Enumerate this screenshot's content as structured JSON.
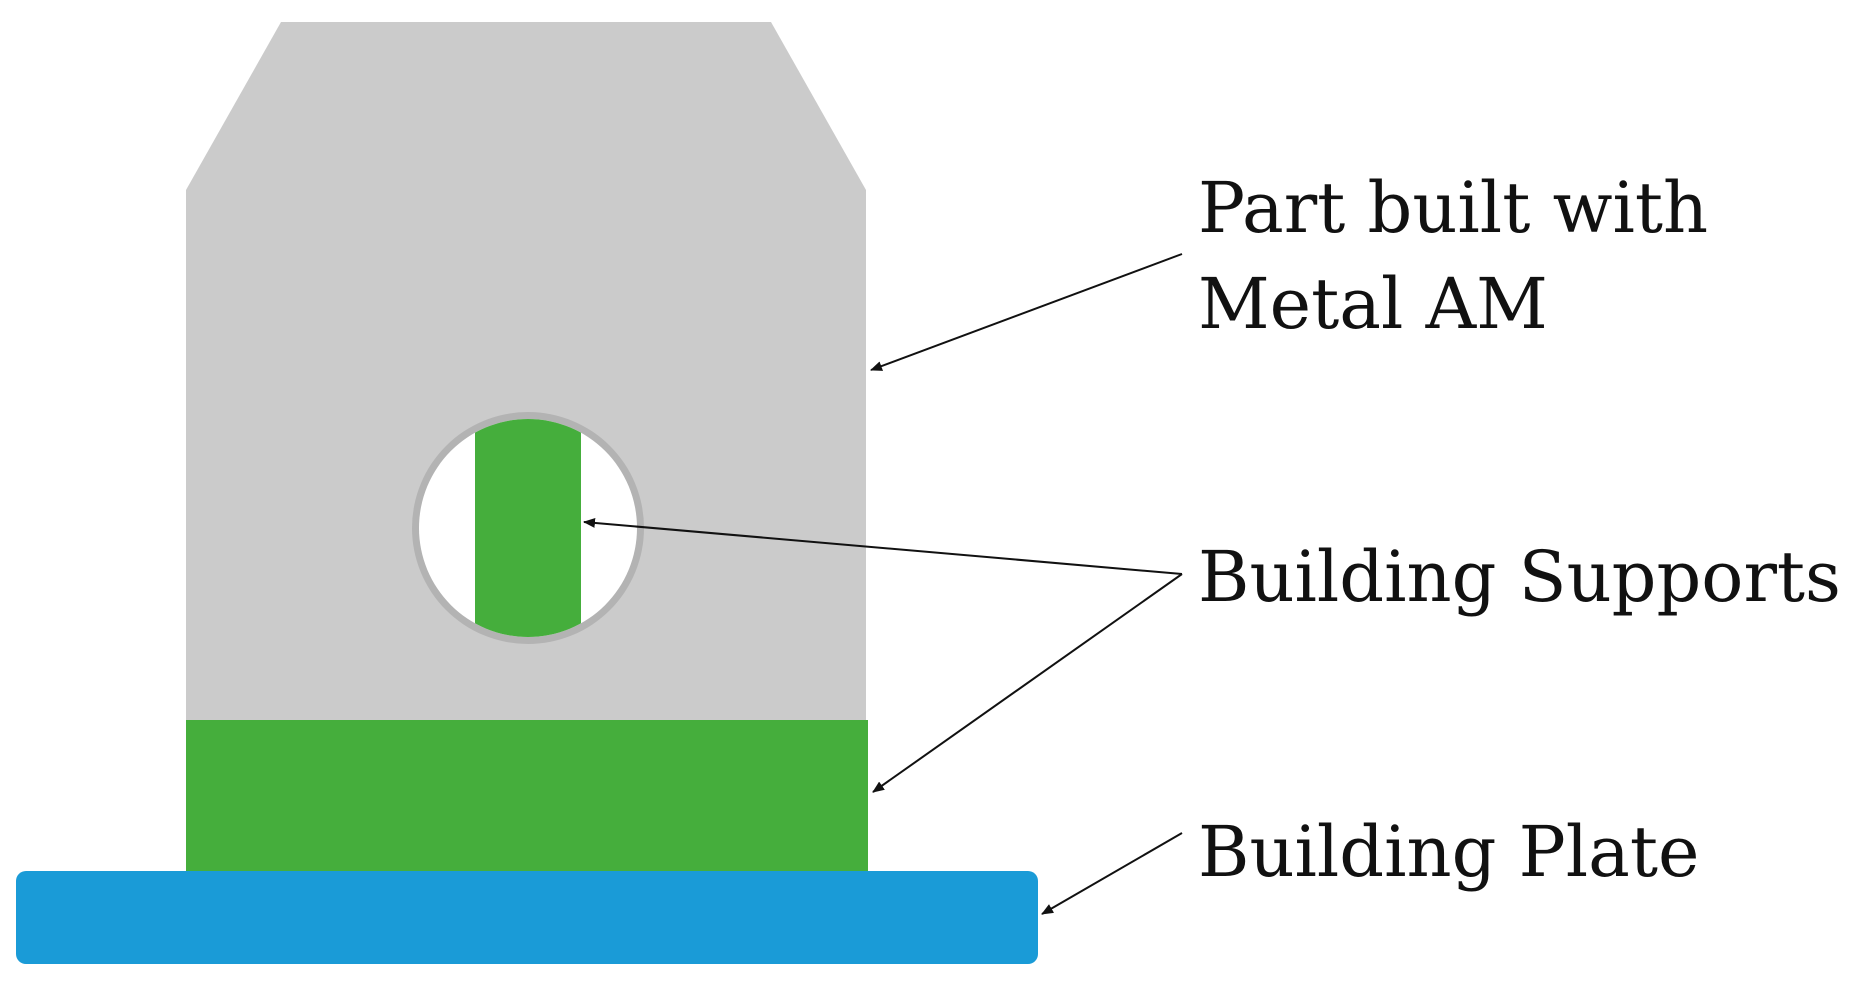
{
  "labels": {
    "part_line1": "Part built with",
    "part_line2": "Metal AM",
    "supports": "Building Supports",
    "plate": "Building Plate"
  },
  "colors": {
    "part": "#cbcbcb",
    "supports": "#45ae3c",
    "plate": "#1a9bd7",
    "arrow": "#111111"
  }
}
